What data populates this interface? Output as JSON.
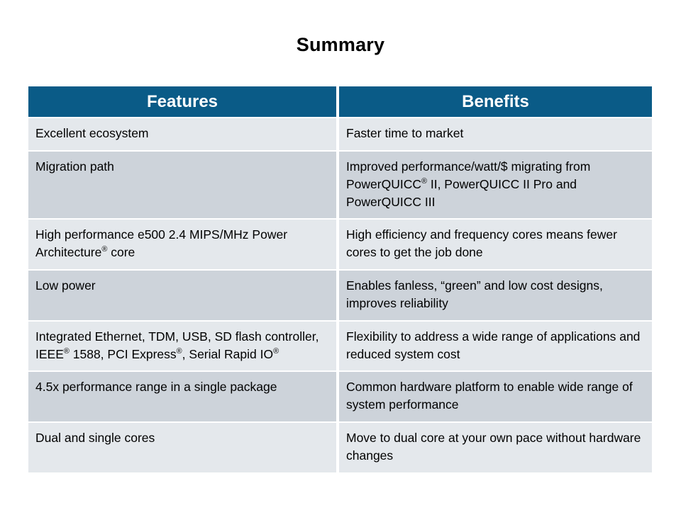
{
  "slide": {
    "title": "Summary"
  },
  "colors": {
    "header_bg": "#0a5b87",
    "header_text": "#ffffff",
    "row_light_bg": "#e4e8ec",
    "row_dark_bg": "#cdd3da",
    "body_text": "#000000",
    "page_bg": "#ffffff"
  },
  "table": {
    "columns": [
      "Features",
      "Benefits"
    ],
    "rows": [
      {
        "shade": "light",
        "features": "Excellent ecosystem",
        "benefits": "Faster time to market"
      },
      {
        "shade": "dark",
        "features": "Migration path",
        "benefits": "Improved performance/watt/$ migrating from PowerQUICC® II, PowerQUICC II Pro and PowerQUICC III"
      },
      {
        "shade": "light",
        "features": "High performance e500 2.4 MIPS/MHz Power Architecture® core",
        "benefits": "High efficiency and frequency cores means fewer cores to get the job done"
      },
      {
        "shade": "dark",
        "features": "Low power",
        "benefits": "Enables fanless, “green” and low cost designs, improves reliability"
      },
      {
        "shade": "light",
        "features": "Integrated Ethernet, TDM, USB, SD flash controller, IEEE® 1588, PCI Express®, Serial Rapid IO®",
        "benefits": "Flexibility to address a wide range of applications and reduced system cost"
      },
      {
        "shade": "dark",
        "features": "4.5x performance range in a single package",
        "benefits": "Common hardware platform to enable wide range of system performance"
      },
      {
        "shade": "light",
        "features": "Dual and single cores",
        "benefits": "Move to dual core at your own pace without hardware changes"
      }
    ]
  }
}
